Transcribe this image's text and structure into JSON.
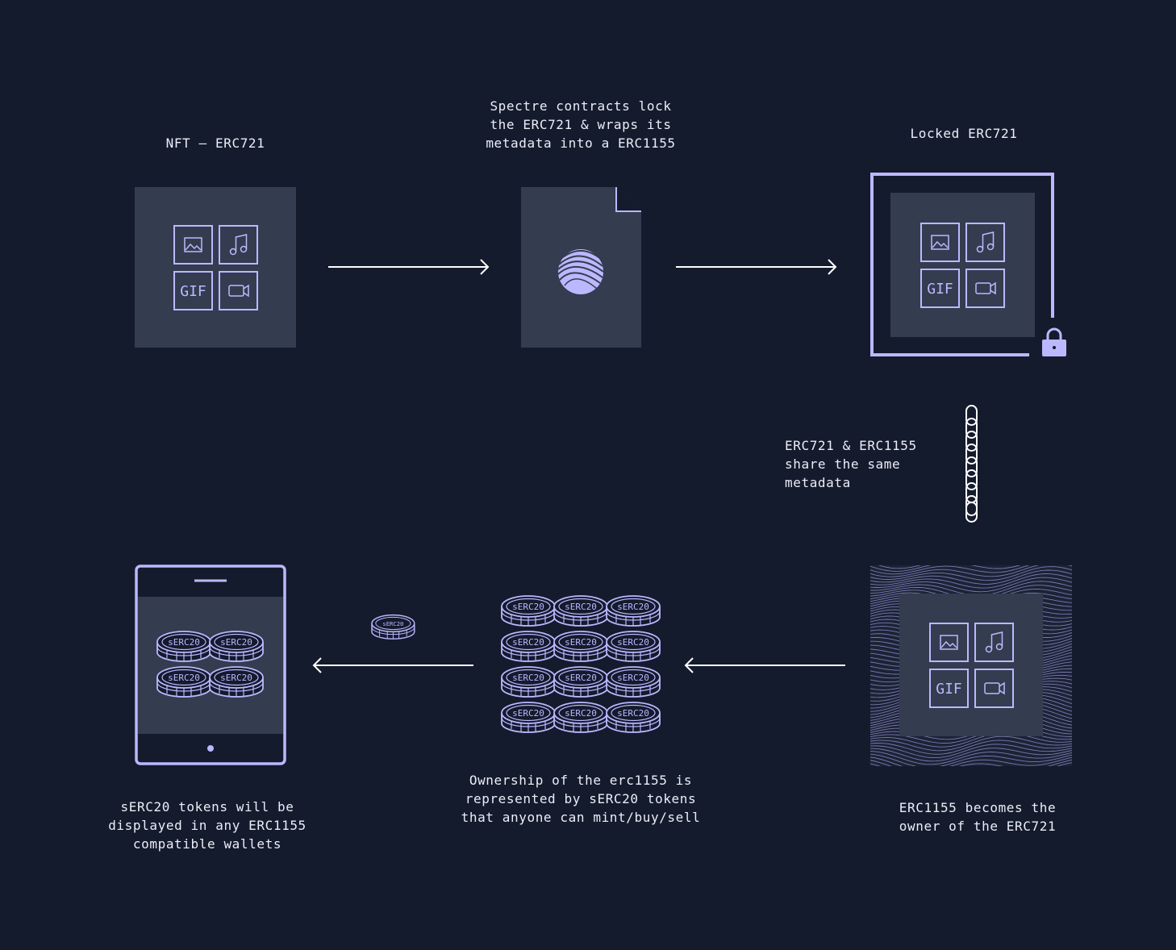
{
  "captions": {
    "nft": "NFT – ERC721",
    "spectre": "Spectre contracts lock\nthe ERC721 & wraps its\nmetadata into a ERC1155",
    "locked": "Locked ERC721",
    "share": "ERC721 & ERC1155\nshare the same\nmetadata",
    "wallet": "sERC20 tokens will be\ndisplayed in any ERC1155\ncompatible wallets",
    "ownership": "Ownership of the erc1155 is\nrepresented by sERC20 tokens\nthat anyone can mint/buy/sell",
    "owner": "ERC1155 becomes the\nowner of the ERC721"
  },
  "token_label": "sERC20",
  "media_icons": {
    "gif_label": "GIF",
    "icons": [
      "image-icon",
      "music-icon",
      "gif-icon",
      "video-icon"
    ]
  },
  "colors": {
    "background": "#141b2d",
    "card": "#343c4f",
    "accent": "#bcb8ff",
    "arrow": "#ffffff"
  }
}
